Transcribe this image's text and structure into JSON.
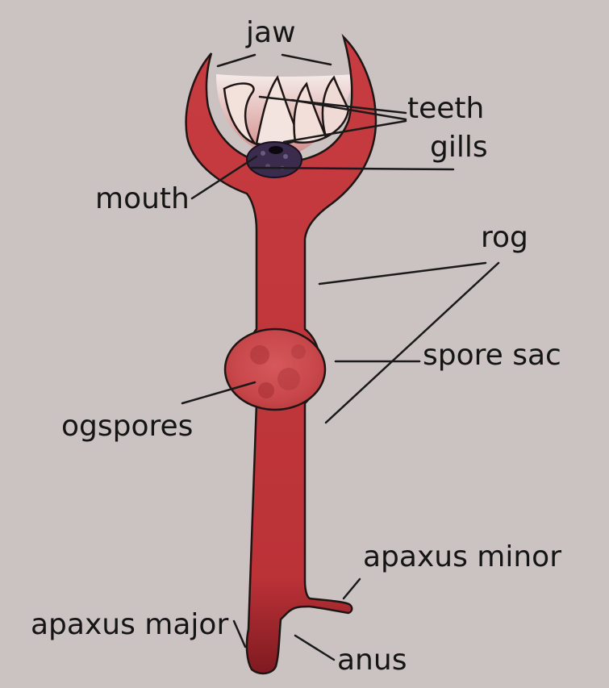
{
  "colors": {
    "background": "#cbc3c1",
    "body": "#c0373c",
    "body_shade": "#8e2025",
    "tooth_fill": "#f3e1dc",
    "jaw_inner": "#d99a98",
    "mouth": "#3b2c4e",
    "outline": "#1f1515",
    "spore_sac": "#cc4a4b"
  },
  "labels": {
    "jaw": "jaw",
    "teeth": "teeth",
    "gills": "gills",
    "mouth": "mouth",
    "rog": "rog",
    "spore_sac": "spore sac",
    "ogspores": "ogspores",
    "apaxus_minor": "apaxus minor",
    "apaxus_major": "apaxus major",
    "anus": "anus"
  }
}
